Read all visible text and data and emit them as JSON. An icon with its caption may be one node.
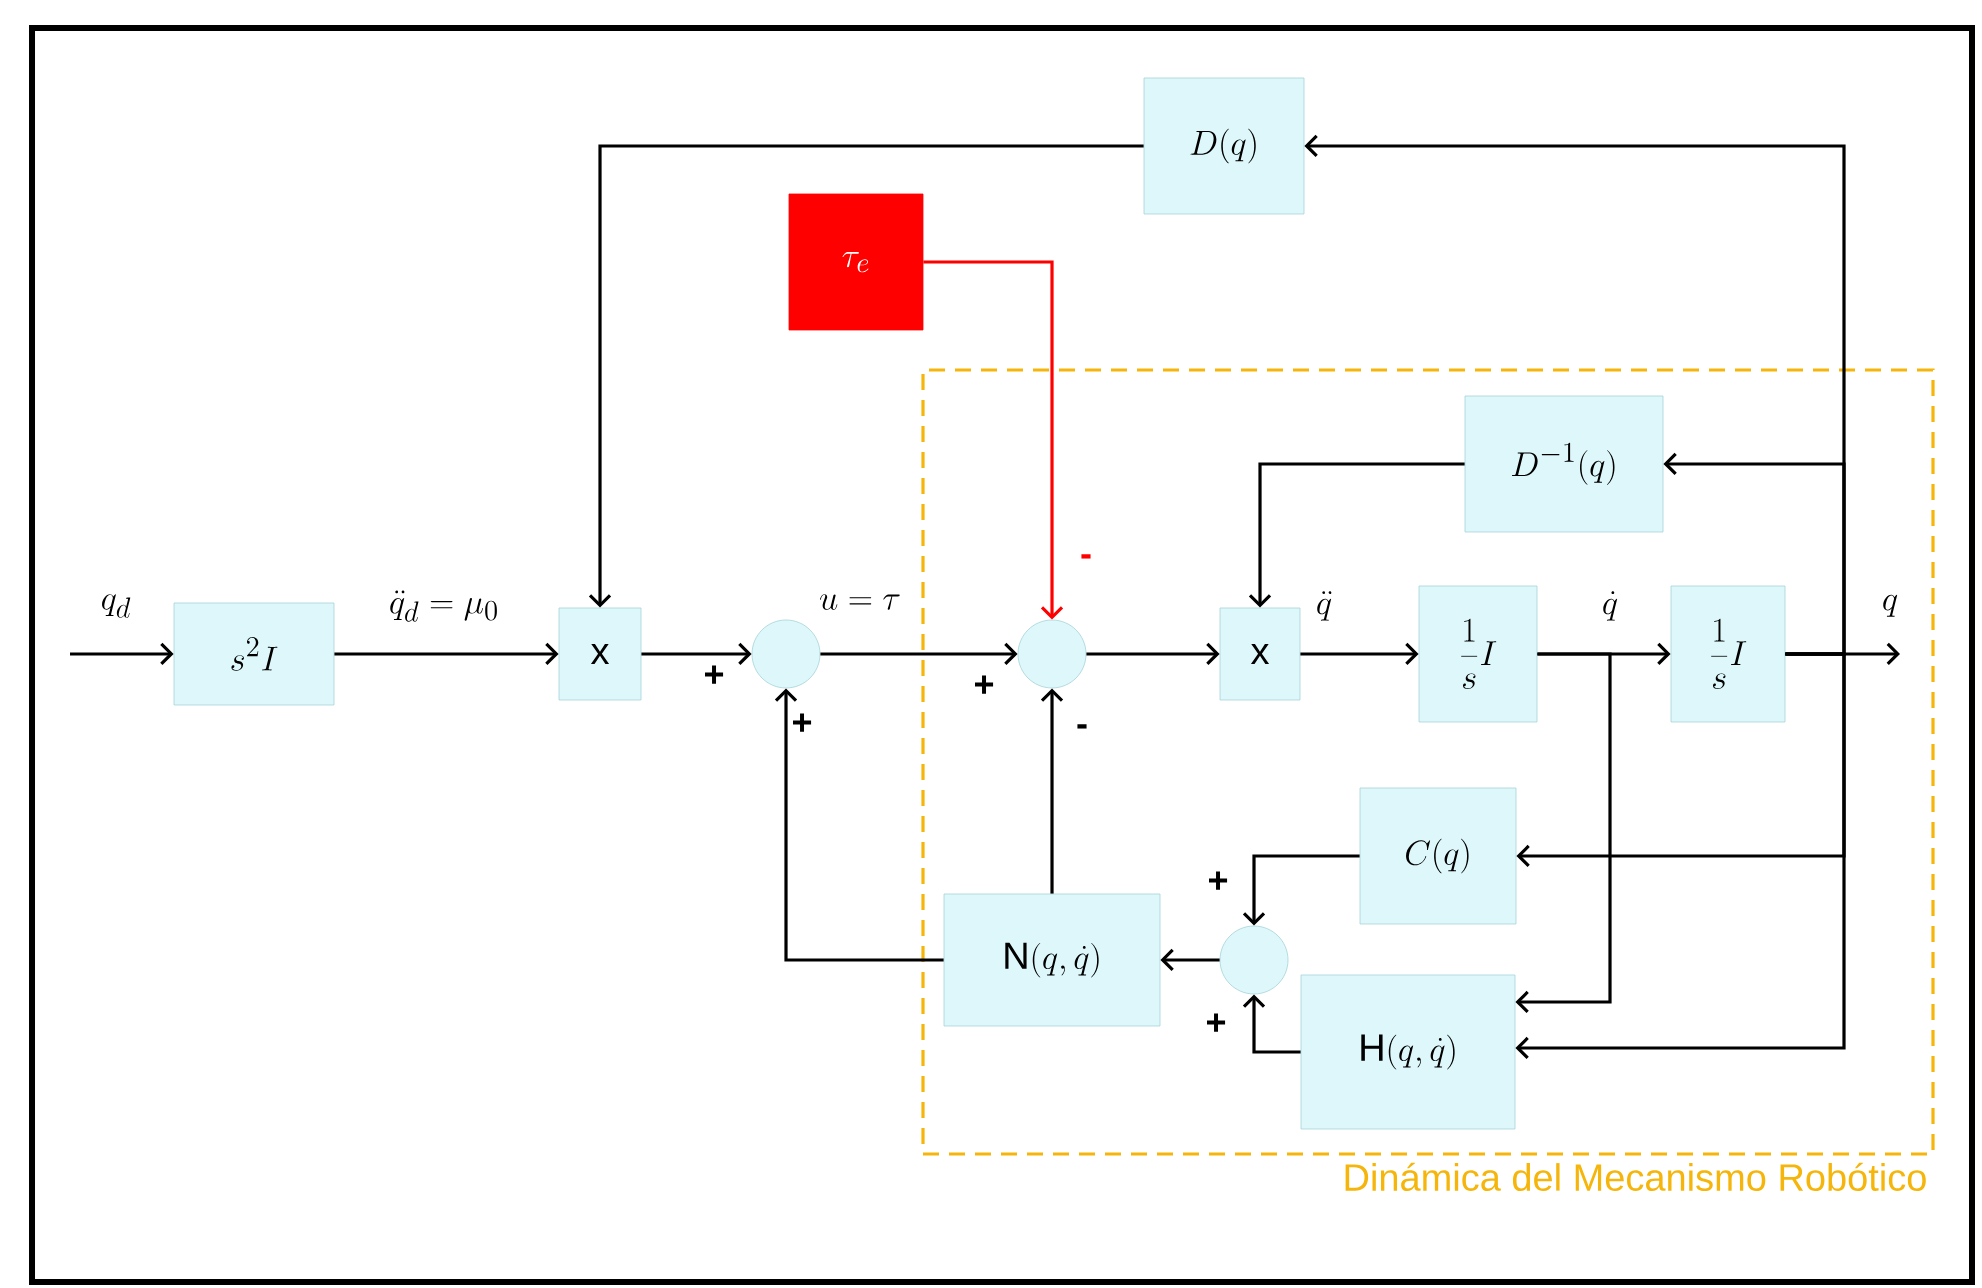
{
  "diagram": {
    "nodes": [
      {
        "text": [
          "D(q)"
        ]
      },
      {
        "text": [
          "\\tau_e"
        ]
      },
      {
        "text": [
          "s^2 I"
        ]
      },
      {
        "text": [
          "x"
        ]
      },
      {
        "text": [],
        "shape": "circle"
      },
      {
        "text": [
          "Dinámica del Mecanismo Robótico"
        ]
      },
      {
        "text": [
          "D^{-1}(q)"
        ],
        "in": 5
      },
      {
        "text": [],
        "shape": "circle",
        "in": 5
      },
      {
        "text": [
          "x"
        ],
        "in": 5
      },
      {
        "text": [
          "\\frac{1}{s} I"
        ],
        "in": 5
      },
      {
        "text": [
          "\\frac{1}{s} I"
        ],
        "in": 5
      },
      {
        "text": [
          "C(q)"
        ],
        "in": 5
      },
      {
        "text": [
          "\\mathrm{N}(q, \\dot{q})"
        ],
        "in": 5
      },
      {
        "text": [],
        "shape": "circle",
        "in": 5
      },
      {
        "text": [
          "\\mathrm{H}(q, \\dot{q})"
        ],
        "in": 5
      }
    ],
    "edges": [
      {
        "from": null,
        "to": 2,
        "arrow": "to",
        "label": "q_d"
      },
      {
        "from": 2,
        "to": 3,
        "arrow": "to",
        "label": "\\ddot{q}_d = \\mu_0"
      },
      {
        "from": 3,
        "to": 4,
        "arrow": "to"
      },
      {
        "from": 4,
        "to": 7,
        "arrow": "to",
        "label": "u = \\tau"
      },
      {
        "from": 1,
        "to": 7,
        "arrow": "to",
        "color": "#ff0000"
      },
      {
        "from": 7,
        "to": 8,
        "arrow": "to"
      },
      {
        "from": 8,
        "to": 9,
        "arrow": "to",
        "label": "\\ddot{q}"
      },
      {
        "from": 9,
        "to": 10,
        "arrow": "to",
        "label": "\\dot{q}"
      },
      {
        "from": 10,
        "to": null,
        "arrow": "to",
        "label": "q"
      },
      {
        "from": 10,
        "to": 0,
        "arrow": "to"
      },
      {
        "from": 10,
        "to": 6,
        "arrow": "to"
      },
      {
        "from": 10,
        "to": 11,
        "arrow": "to"
      },
      {
        "from": 10,
        "to": 14,
        "arrow": "to"
      },
      {
        "from": 0,
        "to": 3,
        "arrow": "to"
      },
      {
        "from": 6,
        "to": 8,
        "arrow": "to"
      },
      {
        "from": 9,
        "to": 14,
        "arrow": "to"
      },
      {
        "from": 11,
        "to": 13,
        "arrow": "to"
      },
      {
        "from": 14,
        "to": 13,
        "arrow": "to"
      },
      {
        "from": 13,
        "to": 12,
        "arrow": "to"
      },
      {
        "from": 12,
        "to": 7,
        "arrow": "to"
      },
      {
        "from": 12,
        "to": 4,
        "arrow": "to"
      }
    ],
    "labels": [
      "+",
      "+",
      "-",
      "+",
      "-",
      "+",
      "+"
    ]
  }
}
